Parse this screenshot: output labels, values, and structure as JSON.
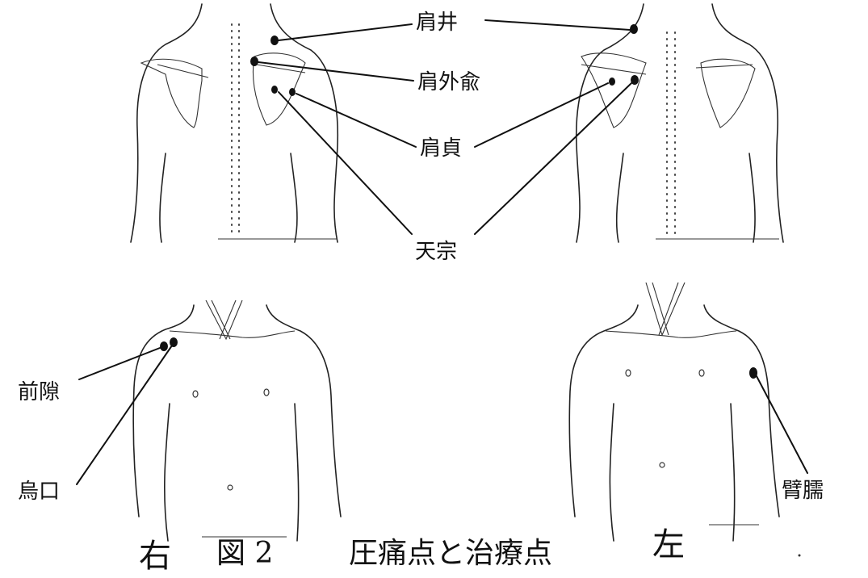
{
  "labels": {
    "jianjing": "肩井",
    "jianwaishu": "肩外兪",
    "jianzhen": "肩貞",
    "tianzong": "天宗",
    "qianxi": "前隙",
    "wukou": "烏口",
    "binao": "臂臑"
  },
  "side": {
    "right": "右",
    "left": "左"
  },
  "caption": {
    "figure_no": "図 2",
    "title": "圧痛点と治療点"
  }
}
